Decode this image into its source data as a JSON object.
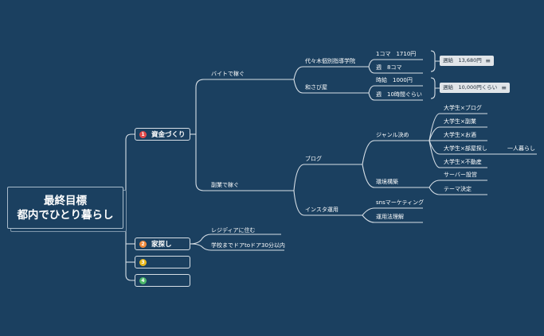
{
  "root": {
    "line1": "最終目標",
    "line2": "都内でひとり暮らし"
  },
  "branches": [
    {
      "num": "1",
      "label": "資金づくり",
      "color": "#e24a4a"
    },
    {
      "num": "2",
      "label": "家探し",
      "color": "#f08a3c"
    },
    {
      "num": "3",
      "label": "",
      "color": "#e8b81e"
    },
    {
      "num": "4",
      "label": "",
      "color": "#4cb86a"
    }
  ],
  "funds": {
    "baito": "バイトで稼ぐ",
    "yoyogi": "代々木個別指導学院",
    "koma": "1コマ　1710円",
    "week8": "週　8コマ",
    "wasabi": "和さび屋",
    "jikyu": "時給　1000円",
    "week10": "週　10時間ぐらい",
    "note1": "週給　13,680円",
    "note2": "週給　10,000円くらい",
    "fukugyo": "副業で稼ぐ",
    "blog": "ブログ",
    "genre": "ジャンル決め",
    "g1": "大学生×ブログ",
    "g2": "大学生×副業",
    "g3": "大学生×お酒",
    "g4": "大学生×部屋探し",
    "g4sub": "一人暮らし",
    "g5": "大学生×不動産",
    "kankyo": "環境構築",
    "server": "サーバー設営",
    "theme": "テーマ決定",
    "insta": "インスタ運用",
    "sns": "snsマーケティング",
    "unyo": "運用法理解"
  },
  "house": {
    "residia": "レジディアに住む",
    "school": "学校までドアtoドア30分以内"
  },
  "colors": {
    "background": "#1b4060",
    "line": "#d7dfe6",
    "note": "#e1e5e9"
  },
  "icons": {
    "note": "notes-icon"
  }
}
